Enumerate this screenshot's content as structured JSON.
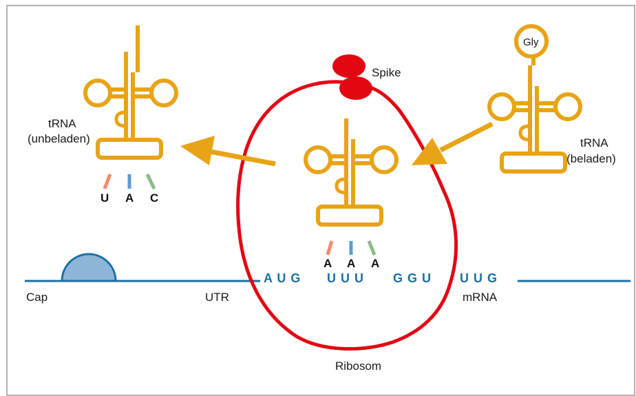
{
  "colors": {
    "trna": "#E8A317",
    "ribosome": "#E30613",
    "mrna": "#1C6EA4",
    "cap_fill": "#8DB6D9",
    "base_pink": "#F28B6B",
    "base_blue": "#5B9BD5",
    "base_green": "#8DB88A",
    "frame": "#9a9a9a"
  },
  "labels": {
    "trna_unloaded_line1": "tRNA",
    "trna_unloaded_line2": "(unbeladen)",
    "trna_loaded_line1": "tRNA",
    "trna_loaded_line2": "(beladen)",
    "spike": "Spike",
    "ribosome": "Ribosom",
    "cap": "Cap",
    "utr": "UTR",
    "mrna": "mRNA",
    "amino_acid": "Gly"
  },
  "anticodon_unloaded": [
    "U",
    "A",
    "C"
  ],
  "anticodon_center": [
    "A",
    "A",
    "A"
  ],
  "codons": [
    "AUG",
    "UUU",
    "GGU",
    "UUG"
  ]
}
